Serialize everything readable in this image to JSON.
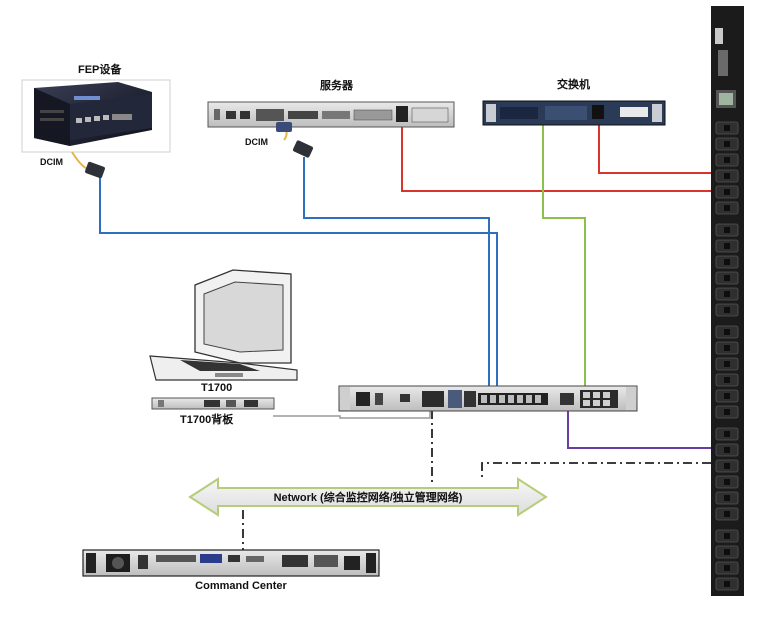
{
  "labels": {
    "fep_title": "FEP设备",
    "fep_dcim": "DCIM",
    "server_title": "服务器",
    "server_dcim": "DCIM",
    "switch_title": "交换机",
    "t1700": "T1700",
    "t1700_backplane": "T1700背板",
    "network": "Network (综合监控网络/独立管理网络)",
    "command_center": "Command Center"
  },
  "colors": {
    "blue_cable": "#2f6fc0",
    "red_cable": "#d9352c",
    "green_cable": "#8cc04a",
    "purple_cable": "#6a3da0",
    "dashdot_line": "#222222",
    "network_arrow_fill": "#ececec",
    "network_arrow_stroke": "#b7cc7a",
    "pdu_body": "#1b1b1b"
  },
  "icons": {
    "fep": "fep-device-icon",
    "server": "rack-server-icon",
    "switch": "network-switch-icon",
    "kvm": "kvm-switch-icon",
    "laptop": "t1700-console-icon",
    "backplane": "t1700-backplane-icon",
    "command_center": "command-center-appliance-icon",
    "pdu": "pdu-strip-icon"
  }
}
